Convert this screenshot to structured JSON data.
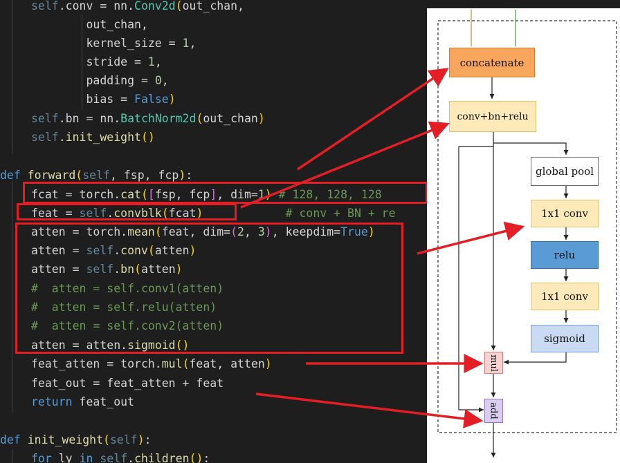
{
  "code": {
    "lines": [
      {
        "tokens": [
          {
            "t": "self",
            "c": "sf"
          },
          {
            "t": ".conv = nn.",
            "c": "var"
          },
          {
            "t": "Conv2d",
            "c": "cls"
          },
          {
            "t": "(",
            "c": "br"
          },
          {
            "t": "out_chan,",
            "c": "var"
          }
        ]
      },
      {
        "tokens": [
          {
            "t": "        out_chan,",
            "c": "var"
          }
        ]
      },
      {
        "tokens": [
          {
            "t": "        kernel_size = ",
            "c": "var"
          },
          {
            "t": "1",
            "c": "num"
          },
          {
            "t": ",",
            "c": "var"
          }
        ]
      },
      {
        "tokens": [
          {
            "t": "        stride = ",
            "c": "var"
          },
          {
            "t": "1",
            "c": "num"
          },
          {
            "t": ",",
            "c": "var"
          }
        ]
      },
      {
        "tokens": [
          {
            "t": "        padding = ",
            "c": "var"
          },
          {
            "t": "0",
            "c": "num"
          },
          {
            "t": ",",
            "c": "var"
          }
        ]
      },
      {
        "tokens": [
          {
            "t": "        bias = ",
            "c": "var"
          },
          {
            "t": "False",
            "c": "kw"
          },
          {
            "t": ")",
            "c": "br"
          }
        ]
      },
      {
        "tokens": [
          {
            "t": "self",
            "c": "sf"
          },
          {
            "t": ".bn = nn.",
            "c": "var"
          },
          {
            "t": "BatchNorm2d",
            "c": "cls"
          },
          {
            "t": "(",
            "c": "br"
          },
          {
            "t": "out_chan",
            "c": "var"
          },
          {
            "t": ")",
            "c": "br"
          }
        ]
      },
      {
        "tokens": [
          {
            "t": "self",
            "c": "sf"
          },
          {
            "t": ".",
            "c": "var"
          },
          {
            "t": "init_weight",
            "c": "fn"
          },
          {
            "t": "()",
            "c": "br"
          }
        ]
      },
      {
        "tokens": []
      },
      {
        "tokens": [
          {
            "t": "def ",
            "c": "kw"
          },
          {
            "t": "forward",
            "c": "fn"
          },
          {
            "t": "(",
            "c": "br"
          },
          {
            "t": "self",
            "c": "sf"
          },
          {
            "t": ", fsp, fcp",
            "c": "var"
          },
          {
            "t": ")",
            "c": "br"
          },
          {
            "t": ":",
            "c": "var"
          }
        ]
      },
      {
        "tokens": [
          {
            "t": "fcat = torch.",
            "c": "var"
          },
          {
            "t": "cat",
            "c": "fn"
          },
          {
            "t": "(",
            "c": "br"
          },
          {
            "t": "[",
            "c": "br2"
          },
          {
            "t": "fsp, fcp",
            "c": "var"
          },
          {
            "t": "]",
            "c": "br2"
          },
          {
            "t": ", dim=",
            "c": "var"
          },
          {
            "t": "1",
            "c": "num"
          },
          {
            "t": ")",
            "c": "br"
          },
          {
            "t": " # 128, 128, 128",
            "c": "cm"
          }
        ]
      },
      {
        "tokens": [
          {
            "t": "feat = ",
            "c": "var"
          },
          {
            "t": "self",
            "c": "sf"
          },
          {
            "t": ".",
            "c": "var"
          },
          {
            "t": "convblk",
            "c": "fn"
          },
          {
            "t": "(",
            "c": "br"
          },
          {
            "t": "fcat",
            "c": "var"
          },
          {
            "t": ")",
            "c": "br"
          },
          {
            "t": "            # conv + BN + re",
            "c": "cm"
          }
        ]
      },
      {
        "tokens": [
          {
            "t": "atten = torch.",
            "c": "var"
          },
          {
            "t": "mean",
            "c": "fn"
          },
          {
            "t": "(",
            "c": "br"
          },
          {
            "t": "feat, dim=",
            "c": "var"
          },
          {
            "t": "(",
            "c": "br2"
          },
          {
            "t": "2",
            "c": "num"
          },
          {
            "t": ", ",
            "c": "var"
          },
          {
            "t": "3",
            "c": "num"
          },
          {
            "t": ")",
            "c": "br2"
          },
          {
            "t": ", keepdim=",
            "c": "var"
          },
          {
            "t": "True",
            "c": "kw"
          },
          {
            "t": ")",
            "c": "br"
          }
        ]
      },
      {
        "tokens": [
          {
            "t": "atten = ",
            "c": "var"
          },
          {
            "t": "self",
            "c": "sf"
          },
          {
            "t": ".",
            "c": "var"
          },
          {
            "t": "conv",
            "c": "fn"
          },
          {
            "t": "(",
            "c": "br"
          },
          {
            "t": "atten",
            "c": "var"
          },
          {
            "t": ")",
            "c": "br"
          }
        ]
      },
      {
        "tokens": [
          {
            "t": "atten = ",
            "c": "var"
          },
          {
            "t": "self",
            "c": "sf"
          },
          {
            "t": ".",
            "c": "var"
          },
          {
            "t": "bn",
            "c": "fn"
          },
          {
            "t": "(",
            "c": "br"
          },
          {
            "t": "atten",
            "c": "var"
          },
          {
            "t": ")",
            "c": "br"
          }
        ]
      },
      {
        "tokens": [
          {
            "t": "#  atten = self.conv1(atten)",
            "c": "cm"
          }
        ]
      },
      {
        "tokens": [
          {
            "t": "#  atten = self.relu(atten)",
            "c": "cm"
          }
        ]
      },
      {
        "tokens": [
          {
            "t": "#  atten = self.conv2(atten)",
            "c": "cm"
          }
        ]
      },
      {
        "tokens": [
          {
            "t": "atten = atten.",
            "c": "var"
          },
          {
            "t": "sigmoid",
            "c": "fn"
          },
          {
            "t": "()",
            "c": "br"
          }
        ]
      },
      {
        "tokens": [
          {
            "t": "feat_atten = torch.",
            "c": "var"
          },
          {
            "t": "mul",
            "c": "fn"
          },
          {
            "t": "(",
            "c": "br"
          },
          {
            "t": "feat, atten",
            "c": "var"
          },
          {
            "t": ")",
            "c": "br"
          }
        ]
      },
      {
        "tokens": [
          {
            "t": "feat_out = feat_atten + feat",
            "c": "var"
          }
        ]
      },
      {
        "tokens": [
          {
            "t": "return ",
            "c": "kw"
          },
          {
            "t": "feat_out",
            "c": "var"
          }
        ]
      },
      {
        "tokens": []
      },
      {
        "tokens": [
          {
            "t": "def ",
            "c": "kw"
          },
          {
            "t": "init_weight",
            "c": "fn"
          },
          {
            "t": "(",
            "c": "br"
          },
          {
            "t": "self",
            "c": "sf"
          },
          {
            "t": ")",
            "c": "br"
          },
          {
            "t": ":",
            "c": "var"
          }
        ]
      },
      {
        "tokens": [
          {
            "t": "for ",
            "c": "kw"
          },
          {
            "t": "ly ",
            "c": "var"
          },
          {
            "t": "in ",
            "c": "kw"
          },
          {
            "t": "self",
            "c": "sf"
          },
          {
            "t": ".",
            "c": "var"
          },
          {
            "t": "children",
            "c": "fn"
          },
          {
            "t": "()",
            "c": "br"
          },
          {
            "t": ":",
            "c": "var"
          }
        ]
      }
    ]
  },
  "diagram": {
    "blocks": {
      "concatenate": "concatenate",
      "conv_bn_relu": "conv+bn+relu",
      "global_pool": "global pool",
      "conv1x1_a": "1x1 conv",
      "relu": "relu",
      "conv1x1_b": "1x1 conv",
      "sigmoid": "sigmoid",
      "mul": "mul",
      "add": "add"
    }
  },
  "colors": {
    "highlight": "#e31e24",
    "concat_fill": "#f8a65e",
    "conv_bn_relu_fill": "#fde9b9",
    "global_pool_fill": "#ffffff",
    "conv1x1_fill": "#fde9b9",
    "relu_fill": "#5b9bd5",
    "sigmoid_fill": "#c9daf2",
    "mul_fill": "#f8d1d1",
    "add_fill": "#d9cdf0"
  }
}
